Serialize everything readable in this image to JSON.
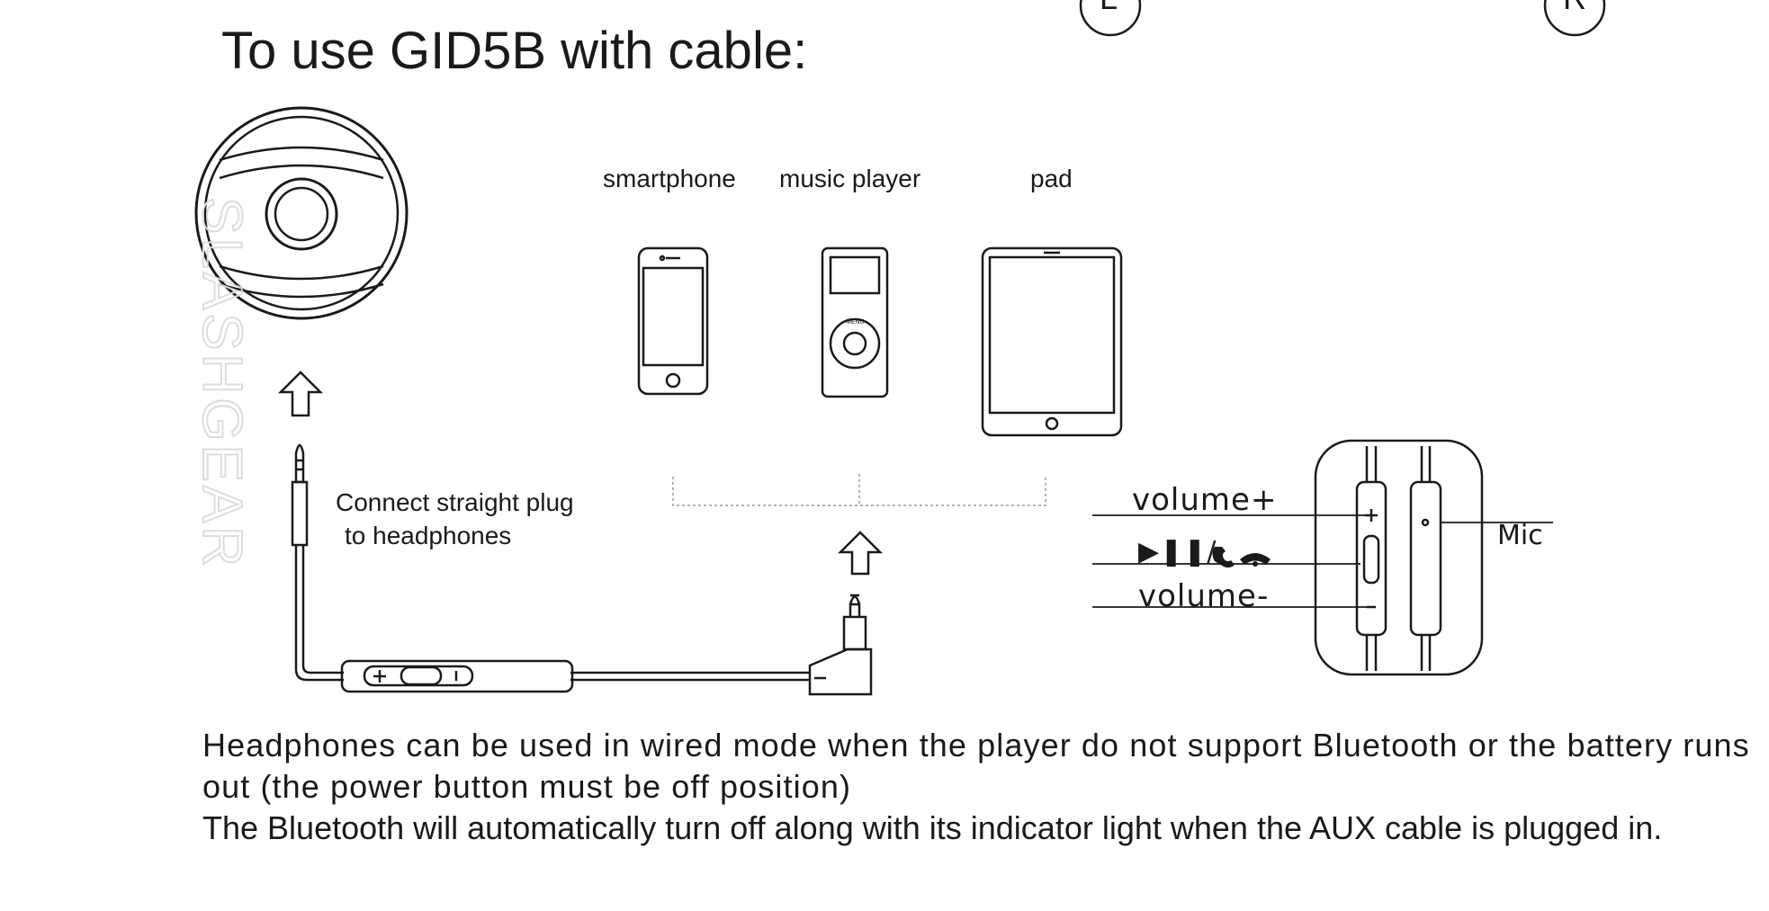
{
  "title": "To use GID5B with cable:",
  "corner_marks": {
    "left": "L",
    "right": "R"
  },
  "devices": [
    {
      "label": "smartphone"
    },
    {
      "label": "music player"
    },
    {
      "label": "pad"
    }
  ],
  "ipod_menu_label": "MENU",
  "connect_note": {
    "line1": "Connect straight plug",
    "line2": "to headphones"
  },
  "controls": {
    "volume_up": "volume+",
    "play_pause_call": "▶❚❚/",
    "volume_down": "volume-",
    "mic": "Mic"
  },
  "watermark": "SLASHGEAR",
  "notes": [
    "Headphones can be used in wired mode when the player do not support Bluetooth or the battery runs out (the power button must be off position)",
    "The Bluetooth will automatically turn off along with its indicator light when the AUX cable is plugged in."
  ]
}
